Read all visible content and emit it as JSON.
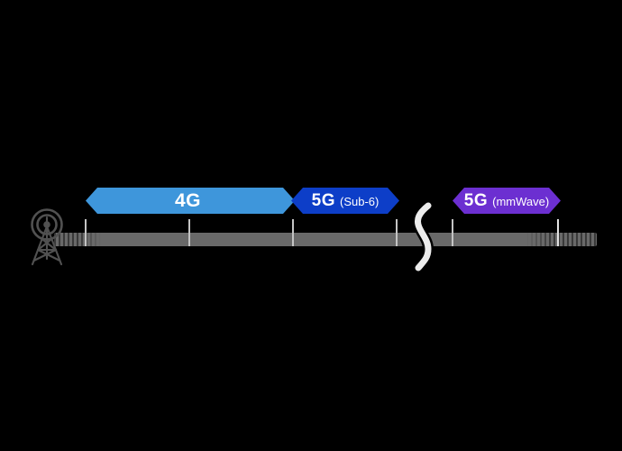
{
  "page": {
    "background_color": "#000000"
  },
  "spectrum": {
    "bands": [
      {
        "name": "4G",
        "qualifier": "",
        "color": "#3E96DB"
      },
      {
        "name": "5G",
        "qualifier": "(Sub-6)",
        "color": "#0D3EC8"
      },
      {
        "name": "5G",
        "qualifier": "(mmWave)",
        "color": "#6C2FD1"
      }
    ],
    "axis": {
      "bar_color": "#696969",
      "tick_color": "#C4C4C4",
      "tick_count": 6,
      "has_break_symbol": true,
      "break_symbol_color": "#EDEDED"
    },
    "tower_icon_color": "#515151",
    "label_text_color": "#FFFFFF"
  }
}
